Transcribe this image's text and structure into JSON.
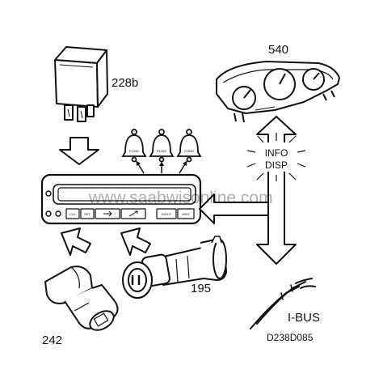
{
  "components": {
    "relay": {
      "ref": "228b"
    },
    "instrument_cluster": {
      "ref": "540"
    },
    "sensor": {
      "ref": "195"
    },
    "connector": {
      "ref": "242"
    }
  },
  "bells": [
    {
      "label": "PLING"
    },
    {
      "label": "PLING"
    },
    {
      "label": "PLING"
    }
  ],
  "info_display": {
    "line1": "INFO",
    "line2": "DISP"
  },
  "bus": {
    "label": "I-BUS"
  },
  "diagram_code": "D238D085",
  "watermark": "www.saabwisonline.com",
  "control_panel": {
    "buttons": [
      "CLK",
      "SET",
      "",
      "",
      "NIGHT",
      "MSG"
    ]
  }
}
